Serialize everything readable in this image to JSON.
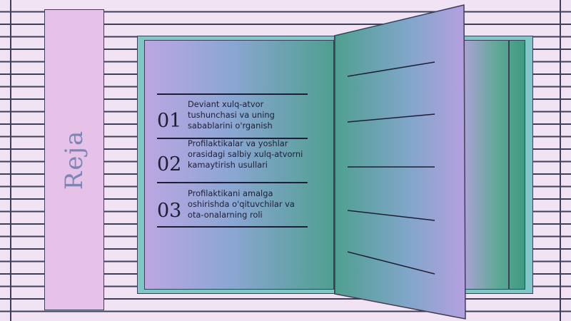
{
  "title": "Reja",
  "agenda": [
    {
      "number": "01",
      "text": "Deviant xulq-atvor tushunchasi va uning sabablarini o'rganish"
    },
    {
      "number": "02",
      "text": "Profilaktikalar va yoshlar orasidagi salbiy xulq-atvorni kamaytirish usullari"
    },
    {
      "number": "03",
      "text": "Profilaktikani amalga oshirishda o'qituvchilar va ota-onalarning roli"
    }
  ],
  "colors": {
    "background": "#f2e3f4",
    "ribbon": "#e6c2e8",
    "ribbon_text": "#7c86b4",
    "book_cover": "#7fc7c6",
    "page_lavender": "#bca6e2",
    "page_teal": "#4f9f90",
    "ink": "#1e1f36"
  }
}
